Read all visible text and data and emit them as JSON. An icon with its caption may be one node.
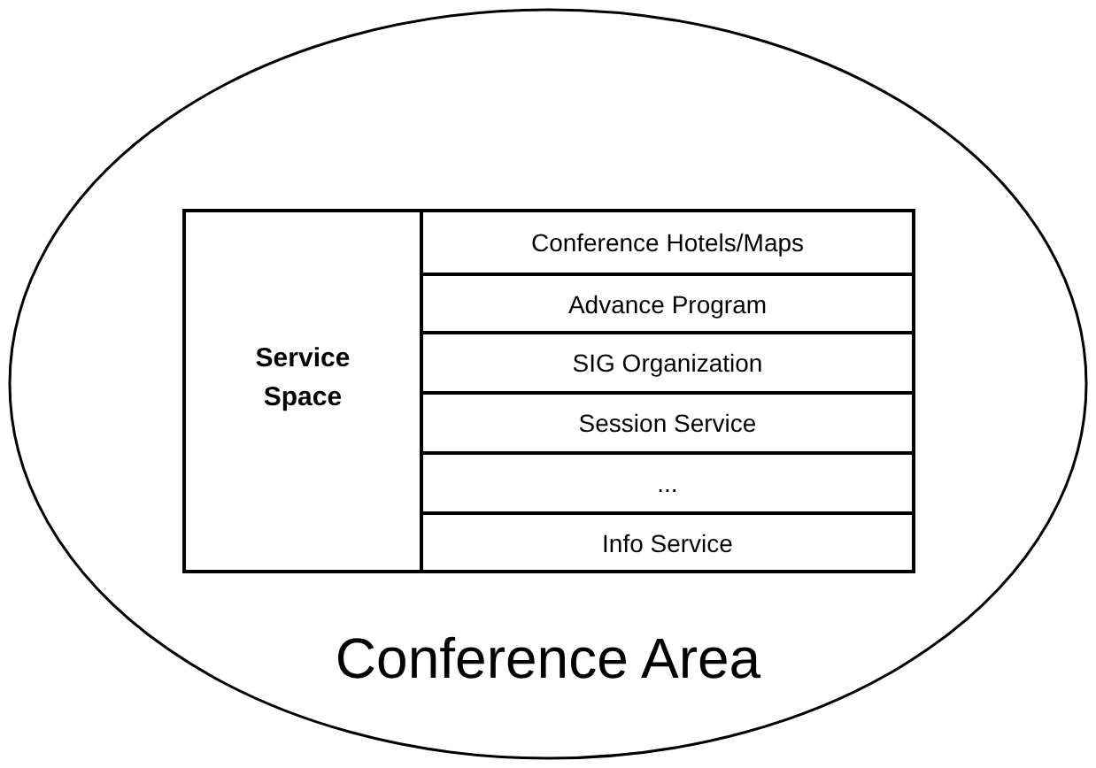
{
  "diagram": {
    "nodes": [
      {
        "text": [
          "Conference Area"
        ]
      },
      {
        "text": [
          "Service Space"
        ],
        "in": 0
      },
      {
        "text": [
          "Conference Hotels/Maps"
        ],
        "in": 1
      },
      {
        "text": [
          "Advance Program"
        ],
        "in": 1
      },
      {
        "text": [
          "SIG Organization"
        ],
        "in": 1
      },
      {
        "text": [
          "Session Service"
        ],
        "in": 1
      },
      {
        "text": [
          "..."
        ],
        "in": 1
      },
      {
        "text": [
          "Info Service"
        ],
        "in": 1
      }
    ],
    "edges": []
  }
}
